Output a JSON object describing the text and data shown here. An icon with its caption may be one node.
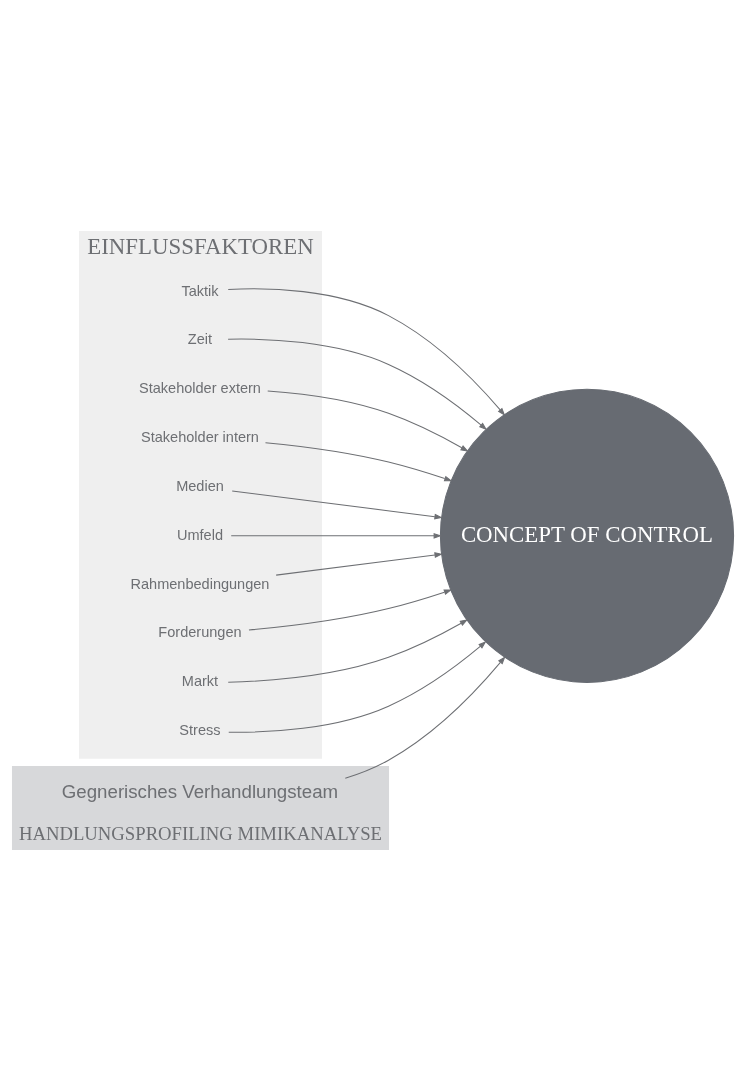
{
  "diagram": {
    "nodes": [
      {
        "text": [
          "EINFLUSSFAKTOREN"
        ]
      },
      {
        "text": [
          "Taktik"
        ],
        "in": 0
      },
      {
        "text": [
          "Zeit"
        ],
        "in": 0
      },
      {
        "text": [
          "Stakeholder extern"
        ],
        "in": 0
      },
      {
        "text": [
          "Stakeholder intern"
        ],
        "in": 0
      },
      {
        "text": [
          "Medien"
        ],
        "in": 0
      },
      {
        "text": [
          "Umfeld"
        ],
        "in": 0
      },
      {
        "text": [
          "Rahmenbedingungen"
        ],
        "in": 0
      },
      {
        "text": [
          "Forderungen"
        ],
        "in": 0
      },
      {
        "text": [
          "Markt"
        ],
        "in": 0
      },
      {
        "text": [
          "Stress"
        ],
        "in": 0
      },
      {
        "text": [
          "HANDLUNGSPROFILING MIMIKANALYSE"
        ]
      },
      {
        "text": [
          "Gegnerisches Verhandlungsteam"
        ],
        "in": 11
      },
      {
        "text": [
          "CONCEPT OF CONTROL"
        ]
      }
    ],
    "edges": [
      {
        "from": 1,
        "to": 13,
        "arrow": "to"
      },
      {
        "from": 2,
        "to": 13,
        "arrow": "to"
      },
      {
        "from": 3,
        "to": 13,
        "arrow": "to"
      },
      {
        "from": 4,
        "to": 13,
        "arrow": "to"
      },
      {
        "from": 5,
        "to": 13,
        "arrow": "to"
      },
      {
        "from": 6,
        "to": 13,
        "arrow": "to"
      },
      {
        "from": 7,
        "to": 13,
        "arrow": "to"
      },
      {
        "from": 8,
        "to": 13,
        "arrow": "to"
      },
      {
        "from": 9,
        "to": 13,
        "arrow": "to"
      },
      {
        "from": 10,
        "to": 13,
        "arrow": "to"
      },
      {
        "from": 12,
        "to": 13,
        "arrow": "to"
      }
    ]
  }
}
